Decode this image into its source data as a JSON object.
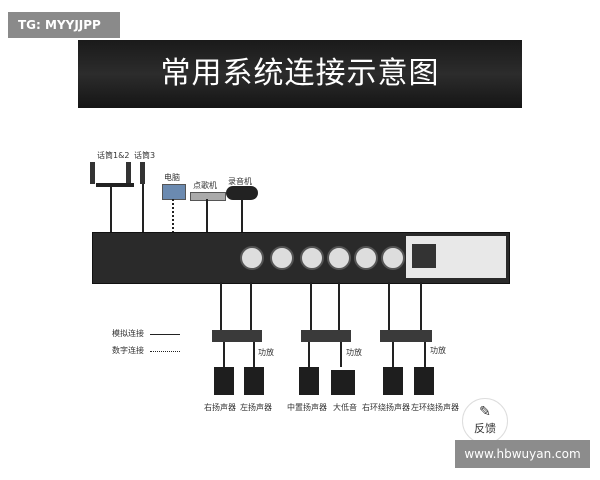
{
  "badge": "TG: MYYJJPP",
  "title": "常用系统连接示意图",
  "sources": {
    "mic12": "话筒1&2",
    "mic3": "话筒3",
    "computer": "电脑",
    "karaoke": "点歌机",
    "recorder": "录音机"
  },
  "legend": {
    "analog": "模拟连接",
    "digital": "数字连接"
  },
  "amp_label": "功放",
  "speakers": [
    "右扬声器",
    "左扬声器",
    "中置扬声器",
    "大低音",
    "右环绕扬声器",
    "左环绕扬声器"
  ],
  "feedback": "反馈",
  "watermark": "www.hbwuyan.com"
}
